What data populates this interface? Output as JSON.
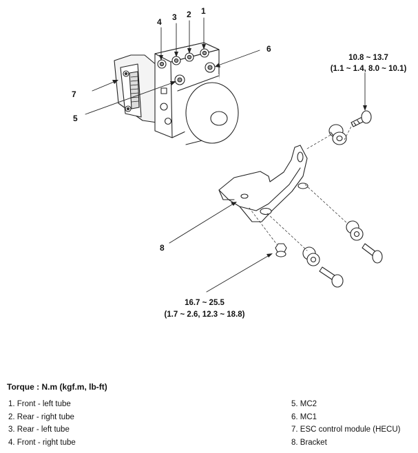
{
  "callouts": {
    "c1": "1",
    "c2": "2",
    "c3": "3",
    "c4": "4",
    "c5": "5",
    "c6": "6",
    "c7": "7",
    "c8": "8"
  },
  "torque_specs": {
    "upper": {
      "nm": "10.8 ~ 13.7",
      "detail": "(1.1 ~ 1.4, 8.0 ~ 10.1)"
    },
    "lower": {
      "nm": "16.7 ~ 25.5",
      "detail": "(1.7 ~ 2.6, 12.3 ~ 18.8)"
    }
  },
  "legend": {
    "title": "Torque : N.m (kgf.m, lb-ft)",
    "items_left": [
      "1. Front - left tube",
      "2. Rear - right tube",
      "3. Rear - left tube",
      "4. Front - right tube"
    ],
    "items_right": [
      "5. MC2",
      "6. MC1",
      "7. ESC control module (HECU)",
      "8. Bracket"
    ]
  }
}
